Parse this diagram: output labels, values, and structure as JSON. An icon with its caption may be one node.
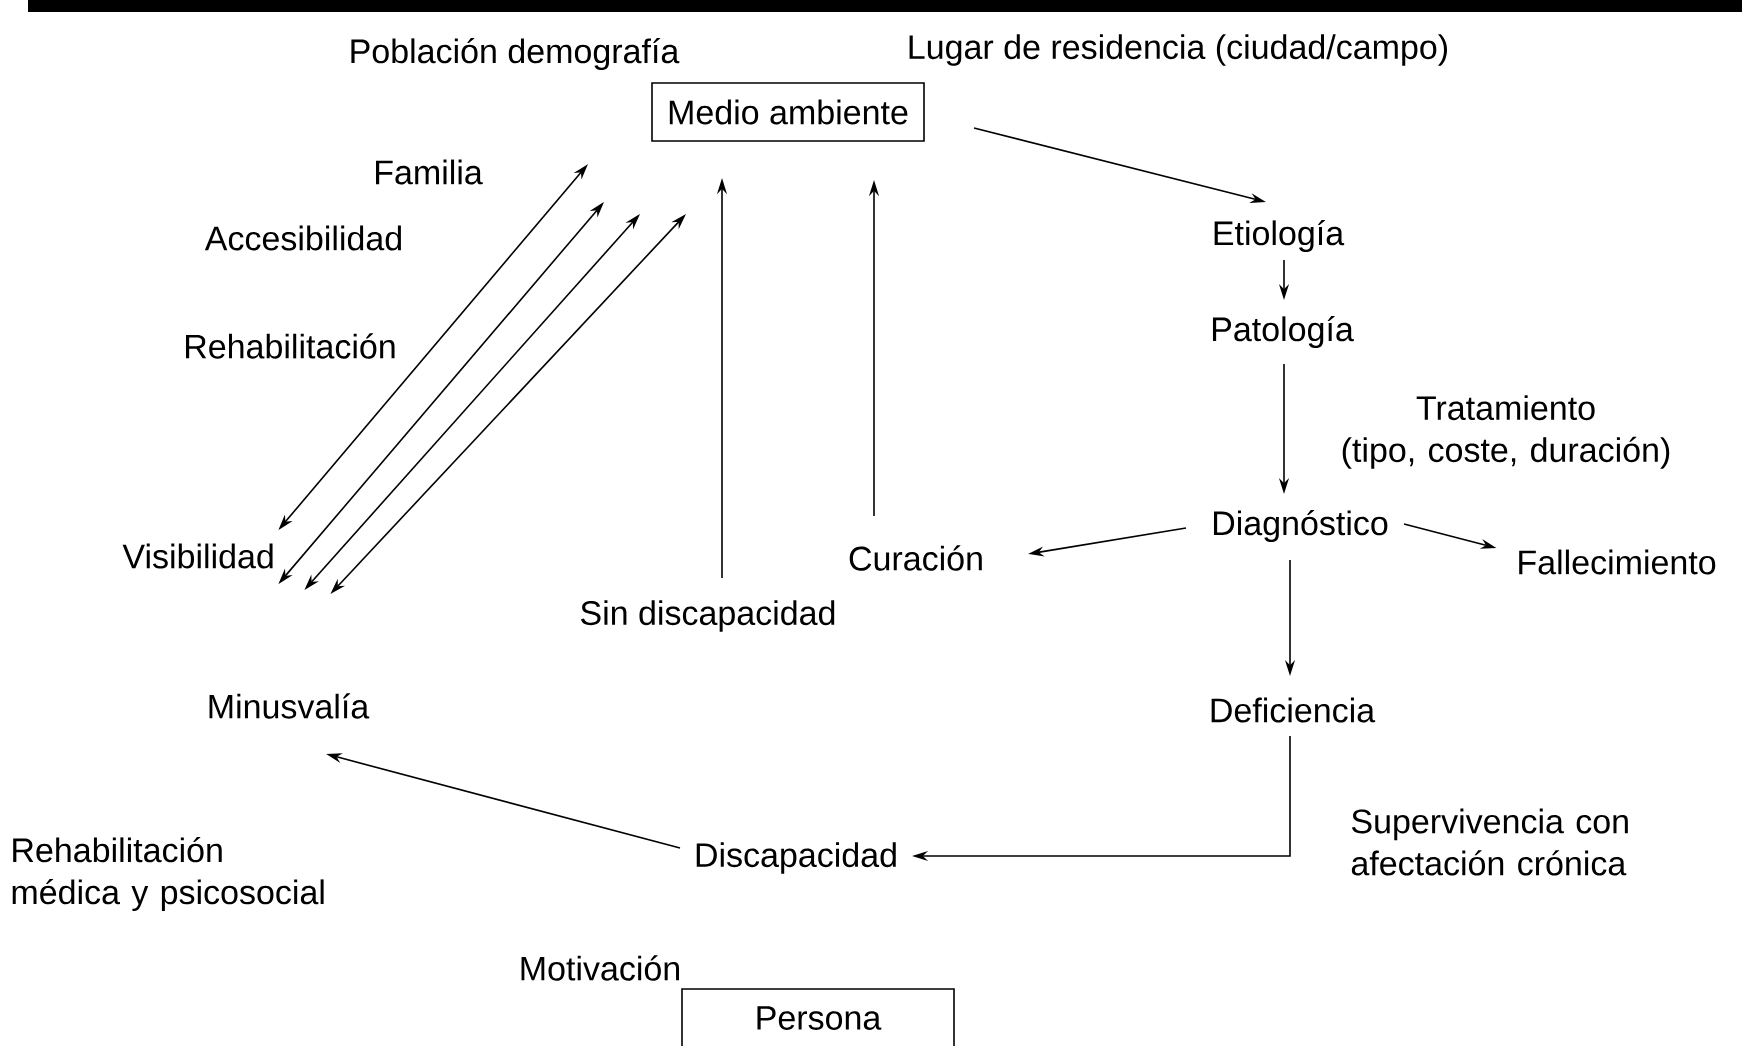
{
  "diagram": {
    "nodes": [
      {
        "text": [
          "Medio ambiente"
        ]
      },
      {
        "text": [
          "Etiología"
        ]
      },
      {
        "text": [
          "Patología"
        ]
      },
      {
        "text": [
          "Diagnóstico"
        ]
      },
      {
        "text": [
          "Curación"
        ]
      },
      {
        "text": [
          "Fallecimiento"
        ]
      },
      {
        "text": [
          "Deficiencia"
        ]
      },
      {
        "text": [
          "Discapacidad"
        ]
      },
      {
        "text": [
          "Minusvalía"
        ]
      },
      {
        "text": [
          "Visibilidad"
        ]
      },
      {
        "text": [
          "Sin discapacidad"
        ]
      },
      {
        "text": [
          "Persona"
        ]
      }
    ],
    "edges": [
      {
        "from": 0,
        "to": 1,
        "arrow": "to"
      },
      {
        "from": 1,
        "to": 2,
        "arrow": "to"
      },
      {
        "from": 2,
        "to": 3,
        "arrow": "to"
      },
      {
        "from": 3,
        "to": 4,
        "arrow": "to"
      },
      {
        "from": 3,
        "to": 5,
        "arrow": "to"
      },
      {
        "from": 3,
        "to": 6,
        "arrow": "to"
      },
      {
        "from": 6,
        "to": 7,
        "arrow": "to"
      },
      {
        "from": 7,
        "to": 8,
        "arrow": "to"
      },
      {
        "from": 4,
        "to": 0,
        "arrow": "to"
      },
      {
        "from": 10,
        "to": 0,
        "arrow": "to"
      },
      {
        "from": 9,
        "to": 0,
        "arrow": "both"
      },
      {
        "from": 9,
        "to": 0,
        "arrow": "both"
      },
      {
        "from": 9,
        "to": 0,
        "arrow": "both"
      },
      {
        "from": 9,
        "to": 0,
        "arrow": "both"
      }
    ],
    "labels": [
      "Población demografía",
      "Lugar de residencia (ciudad/campo)",
      "Familia",
      "Accesibilidad",
      "Rehabilitación",
      "Tratamiento (tipo, coste, duración)",
      "Supervivencia con afectación crónica",
      "Rehabilitación médica y psicosocial",
      "Motivación"
    ]
  }
}
